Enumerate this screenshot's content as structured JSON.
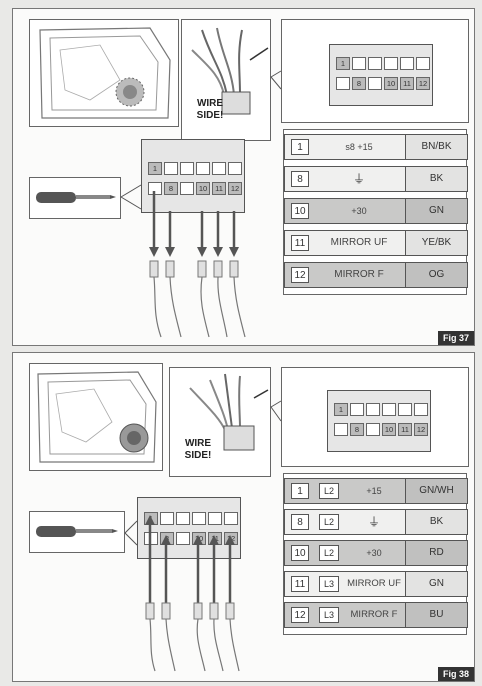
{
  "fig37": {
    "label": "Fig 37",
    "wire_side": [
      "WIRE",
      "SIDE!"
    ],
    "connector_pins_top": [
      "1"
    ],
    "connector_pins_bottom": [
      "8",
      "10",
      "11",
      "12"
    ],
    "rows": [
      {
        "pin": "1",
        "func": "",
        "sym": "s8 +15",
        "color": "BN/BK",
        "shade": false
      },
      {
        "pin": "8",
        "func": "",
        "sym": "⏚",
        "color": "BK",
        "shade": false
      },
      {
        "pin": "10",
        "func": "",
        "sym": "+30",
        "color": "GN",
        "shade": true
      },
      {
        "pin": "11",
        "func": "MIRROR UF",
        "sym": "",
        "color": "YE/BK",
        "shade": false
      },
      {
        "pin": "12",
        "func": "MIRROR F",
        "sym": "",
        "color": "OG",
        "shade": true
      }
    ]
  },
  "fig38": {
    "label": "Fig 38",
    "wire_side": [
      "WIRE",
      "SIDE!"
    ],
    "connector_pins_top": [
      "1"
    ],
    "connector_pins_bottom": [
      "8",
      "10",
      "11",
      "12"
    ],
    "rows": [
      {
        "pin": "1",
        "level": "L2",
        "func": "",
        "sym": "+15",
        "color": "GN/WH",
        "shade": true
      },
      {
        "pin": "8",
        "level": "L2",
        "func": "",
        "sym": "⏚",
        "color": "BK",
        "shade": false
      },
      {
        "pin": "10",
        "level": "L2",
        "func": "",
        "sym": "+30",
        "color": "RD",
        "shade": true
      },
      {
        "pin": "11",
        "level": "L3",
        "func": "MIRROR UF",
        "sym": "",
        "color": "GN",
        "shade": false
      },
      {
        "pin": "12",
        "level": "L3",
        "func": "MIRROR F",
        "sym": "",
        "color": "BU",
        "shade": true
      }
    ]
  }
}
